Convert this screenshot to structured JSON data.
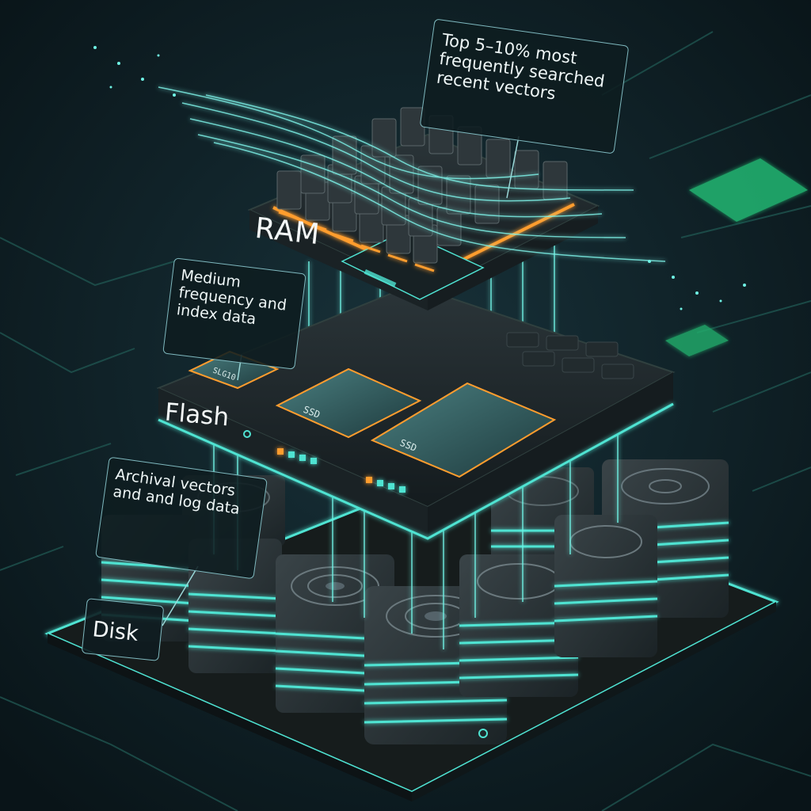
{
  "labels": {
    "top_callout": "Top 5–10% most frequently searched recent vectors",
    "ram": "RAM",
    "mid_callout": "Medium frequency and index data",
    "flash": "Flash",
    "low_callout": "Archival vectors and and log data",
    "disk": "Disk",
    "ssd_tag": "SSD",
    "ssd_tag_small": "SLG10"
  },
  "colors": {
    "background": "#0b1a1f",
    "accent_teal": "#4fe3d2",
    "accent_orange": "#ff9d2e",
    "chassis": "#1c2528",
    "green_chip": "#2ee08a"
  }
}
